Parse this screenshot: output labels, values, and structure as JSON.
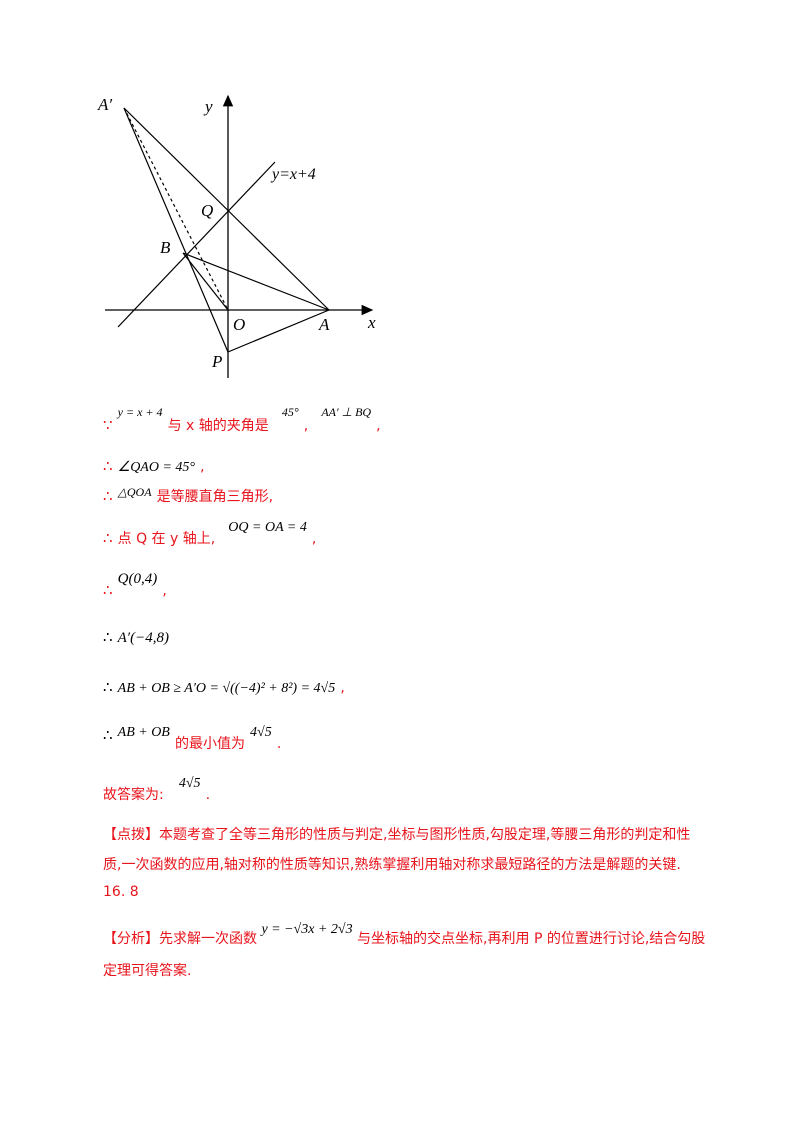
{
  "figure": {
    "labels": {
      "a_prime": "A′",
      "y_axis": "y",
      "line_eq": "y=x+4",
      "q": "Q",
      "b": "B",
      "o": "O",
      "a": "A",
      "x_axis": "x",
      "p": "P"
    }
  },
  "lines": [
    {
      "prefix": "∵",
      "math1": "y = x + 4",
      "text1": "与 x 轴的夹角是",
      "math2": "45°",
      "sep": ",",
      "math3": "AA′ ⊥ BQ",
      "end": ","
    },
    {
      "prefix": "∴",
      "math1": "∠QAO = 45°",
      "end": ","
    },
    {
      "prefix": "∴",
      "math1": "△QOA",
      "text1": "是等腰直角三角形,"
    },
    {
      "prefix": "∴",
      "text1": "点 Q 在 y 轴上,",
      "math1": "OQ = OA = 4",
      "end": ","
    },
    {
      "prefix": "∴",
      "math1": "Q(0,4)",
      "end": ","
    },
    {
      "prefix": "∴",
      "math1": "A′(−4,8)"
    },
    {
      "prefix": "∴",
      "math1": "AB + OB ≥ A′O = √((−4)² + 8²) = 4√5",
      "end": ","
    },
    {
      "prefix": "∴",
      "math1": "AB + OB",
      "text1": "的最小值为",
      "math2": "4√5",
      "end": "."
    },
    {
      "text1": "故答案为:",
      "math1": "4√5",
      "end": "."
    }
  ],
  "comment": {
    "tag": "【点拨】",
    "line1": "本题考查了全等三角形的性质与判定,坐标与图形性质,勾股定理,等腰三角形的判定和性",
    "line2": "质,一次函数的应用,轴对称的性质等知识,熟练掌握利用轴对称求最短路径的方法是解题的关键."
  },
  "answer": {
    "number": "16.",
    "value": "8"
  },
  "analysis": {
    "tag": "【分析】",
    "pre": "先求解一次函数",
    "formula": "y = −√3x + 2√3",
    "post": "与坐标轴的交点坐标,再利用 P 的位置进行讨论,结合勾股",
    "line2": "定理可得答案."
  }
}
